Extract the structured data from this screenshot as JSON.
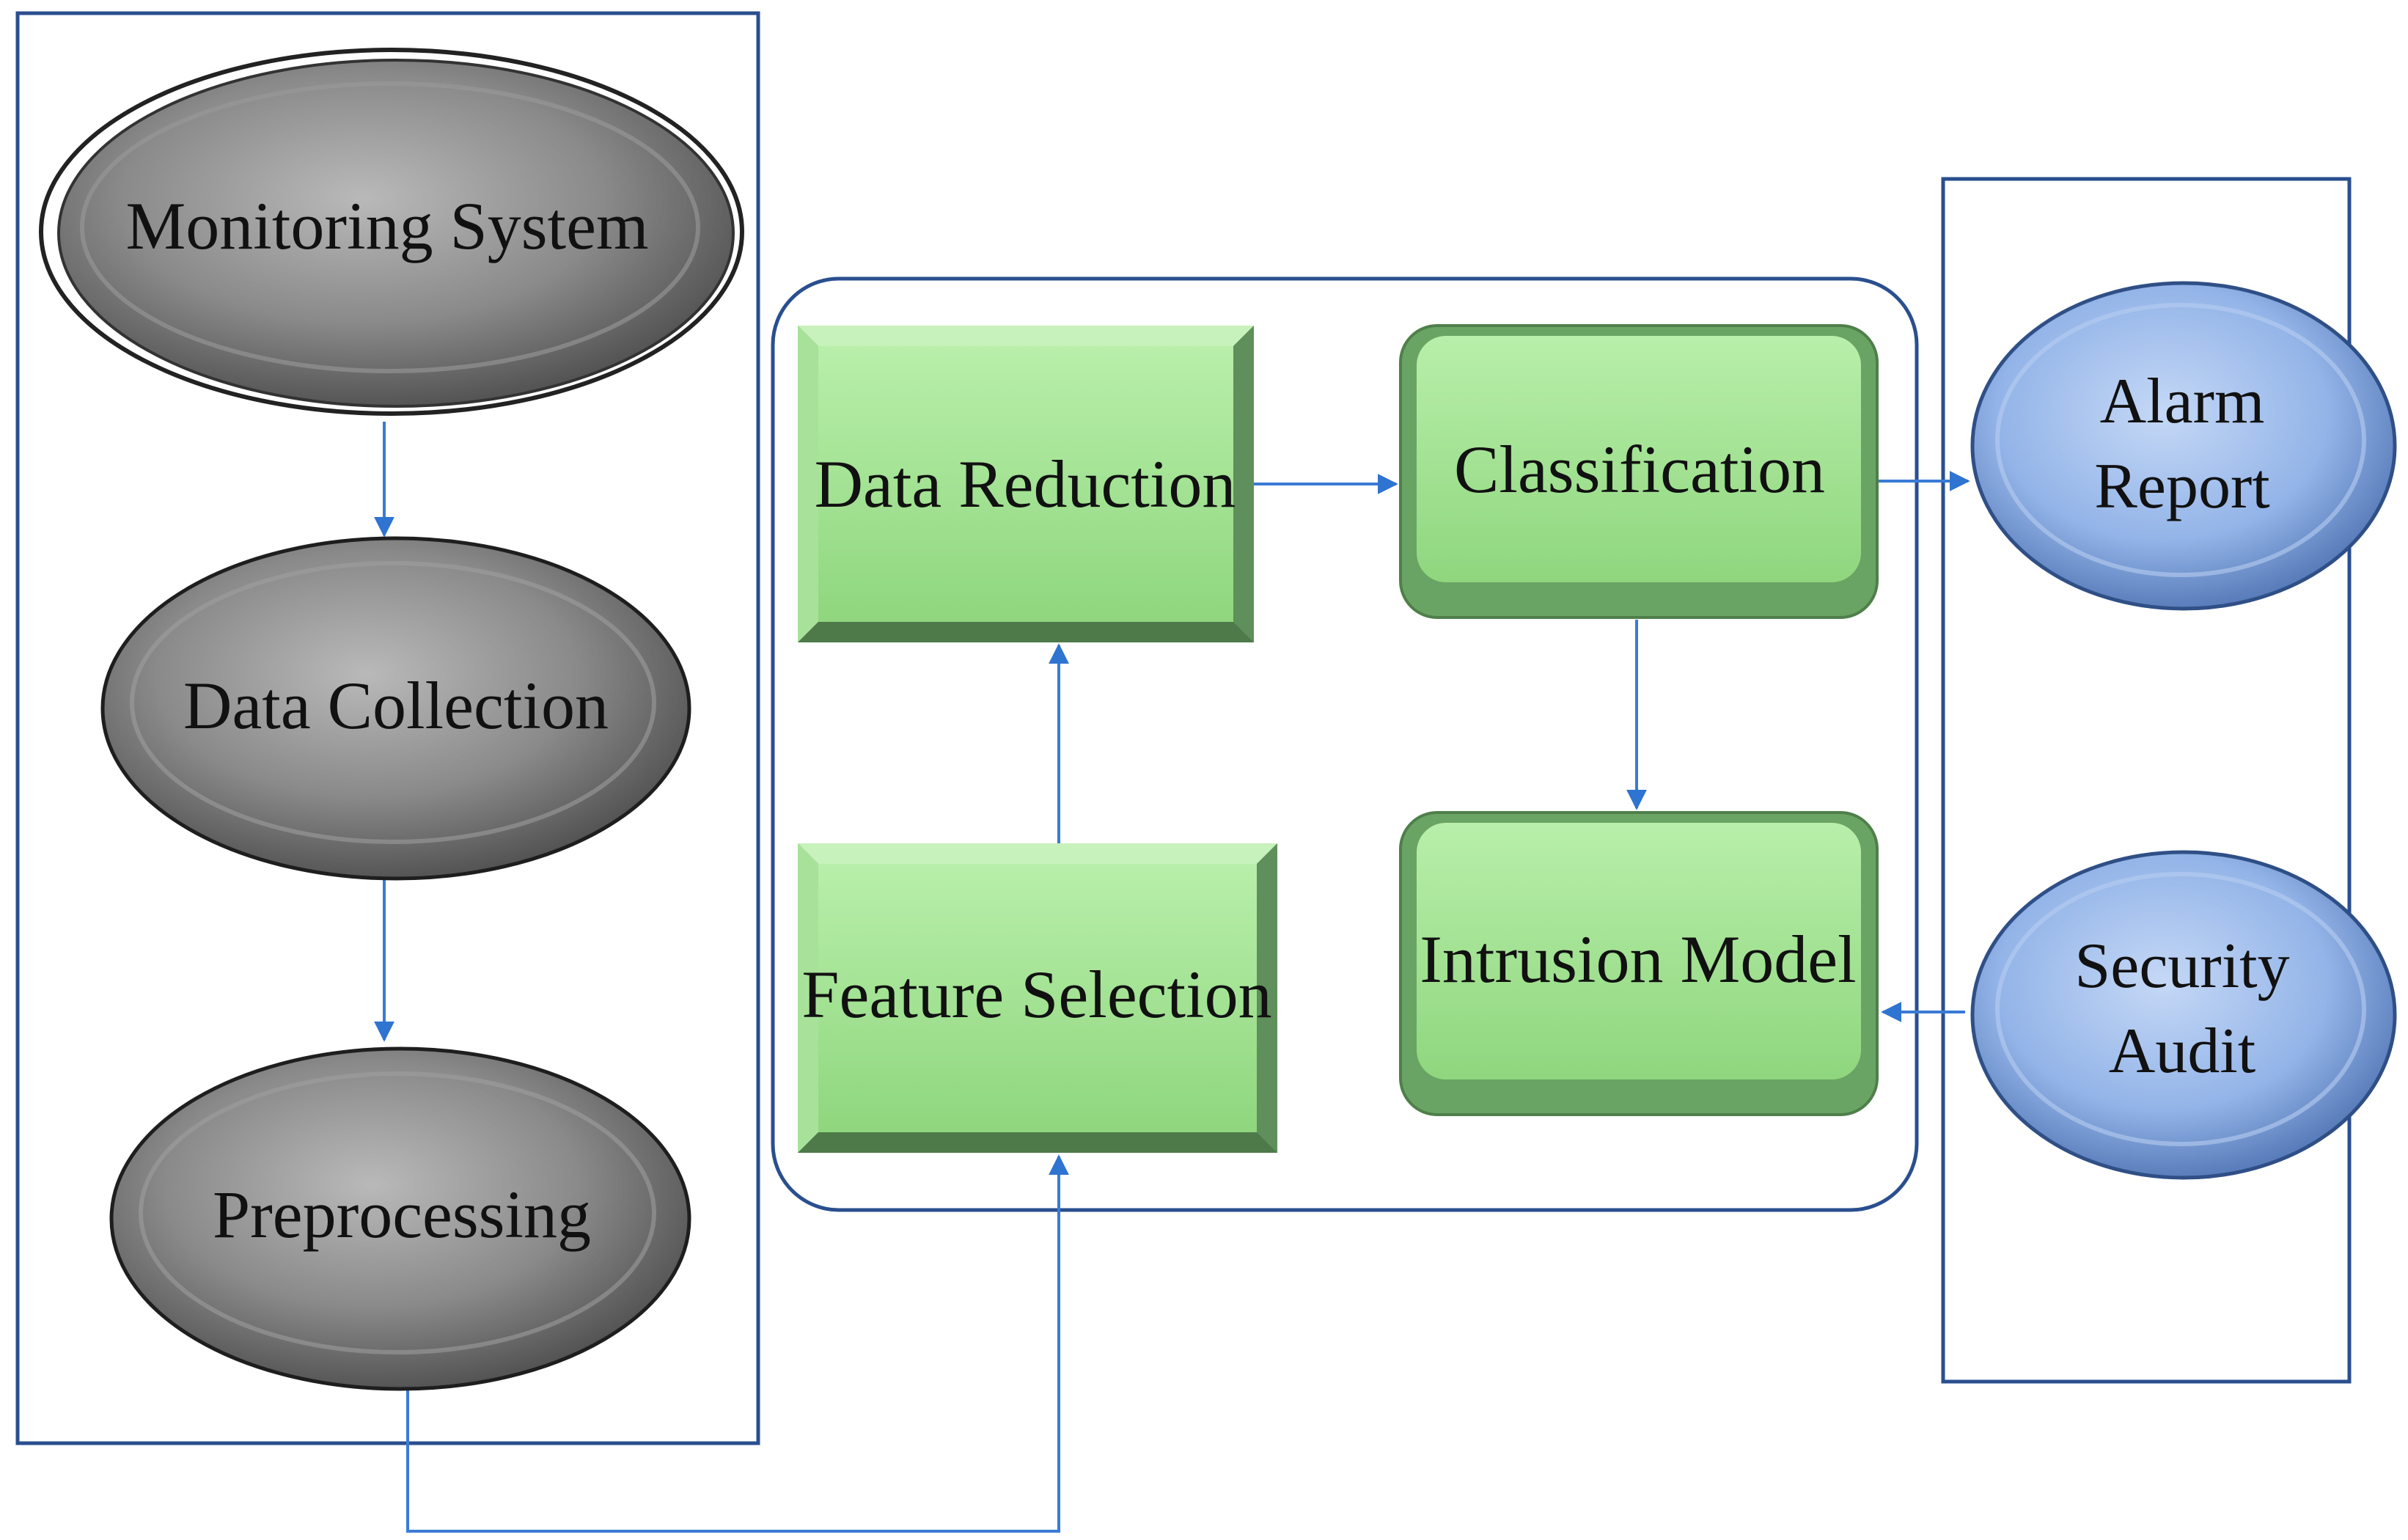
{
  "nodes": {
    "monitoring_system": "Monitoring System",
    "data_collection": "Data Collection",
    "preprocessing": "Preprocessing",
    "data_reduction": "Data Reduction",
    "feature_selection": "Feature Selection",
    "classification": "Classification",
    "intrusion_model": "Intrusion Model",
    "alarm_report": [
      "Alarm",
      "Report"
    ],
    "security_audit": [
      "Security",
      "Audit"
    ]
  },
  "colors": {
    "frame": "#2a4f8f",
    "arrow": "#3a7bd5",
    "gray_node": "#8c8c8c",
    "green_node": "#9fdc8f",
    "blue_node": "#8fb0e6"
  },
  "edges": [
    {
      "from": "monitoring_system",
      "to": "data_collection"
    },
    {
      "from": "data_collection",
      "to": "preprocessing"
    },
    {
      "from": "preprocessing",
      "to": "feature_selection"
    },
    {
      "from": "feature_selection",
      "to": "data_reduction"
    },
    {
      "from": "data_reduction",
      "to": "classification"
    },
    {
      "from": "classification",
      "to": "alarm_report"
    },
    {
      "from": "classification",
      "to": "intrusion_model"
    },
    {
      "from": "security_audit",
      "to": "intrusion_model"
    }
  ]
}
